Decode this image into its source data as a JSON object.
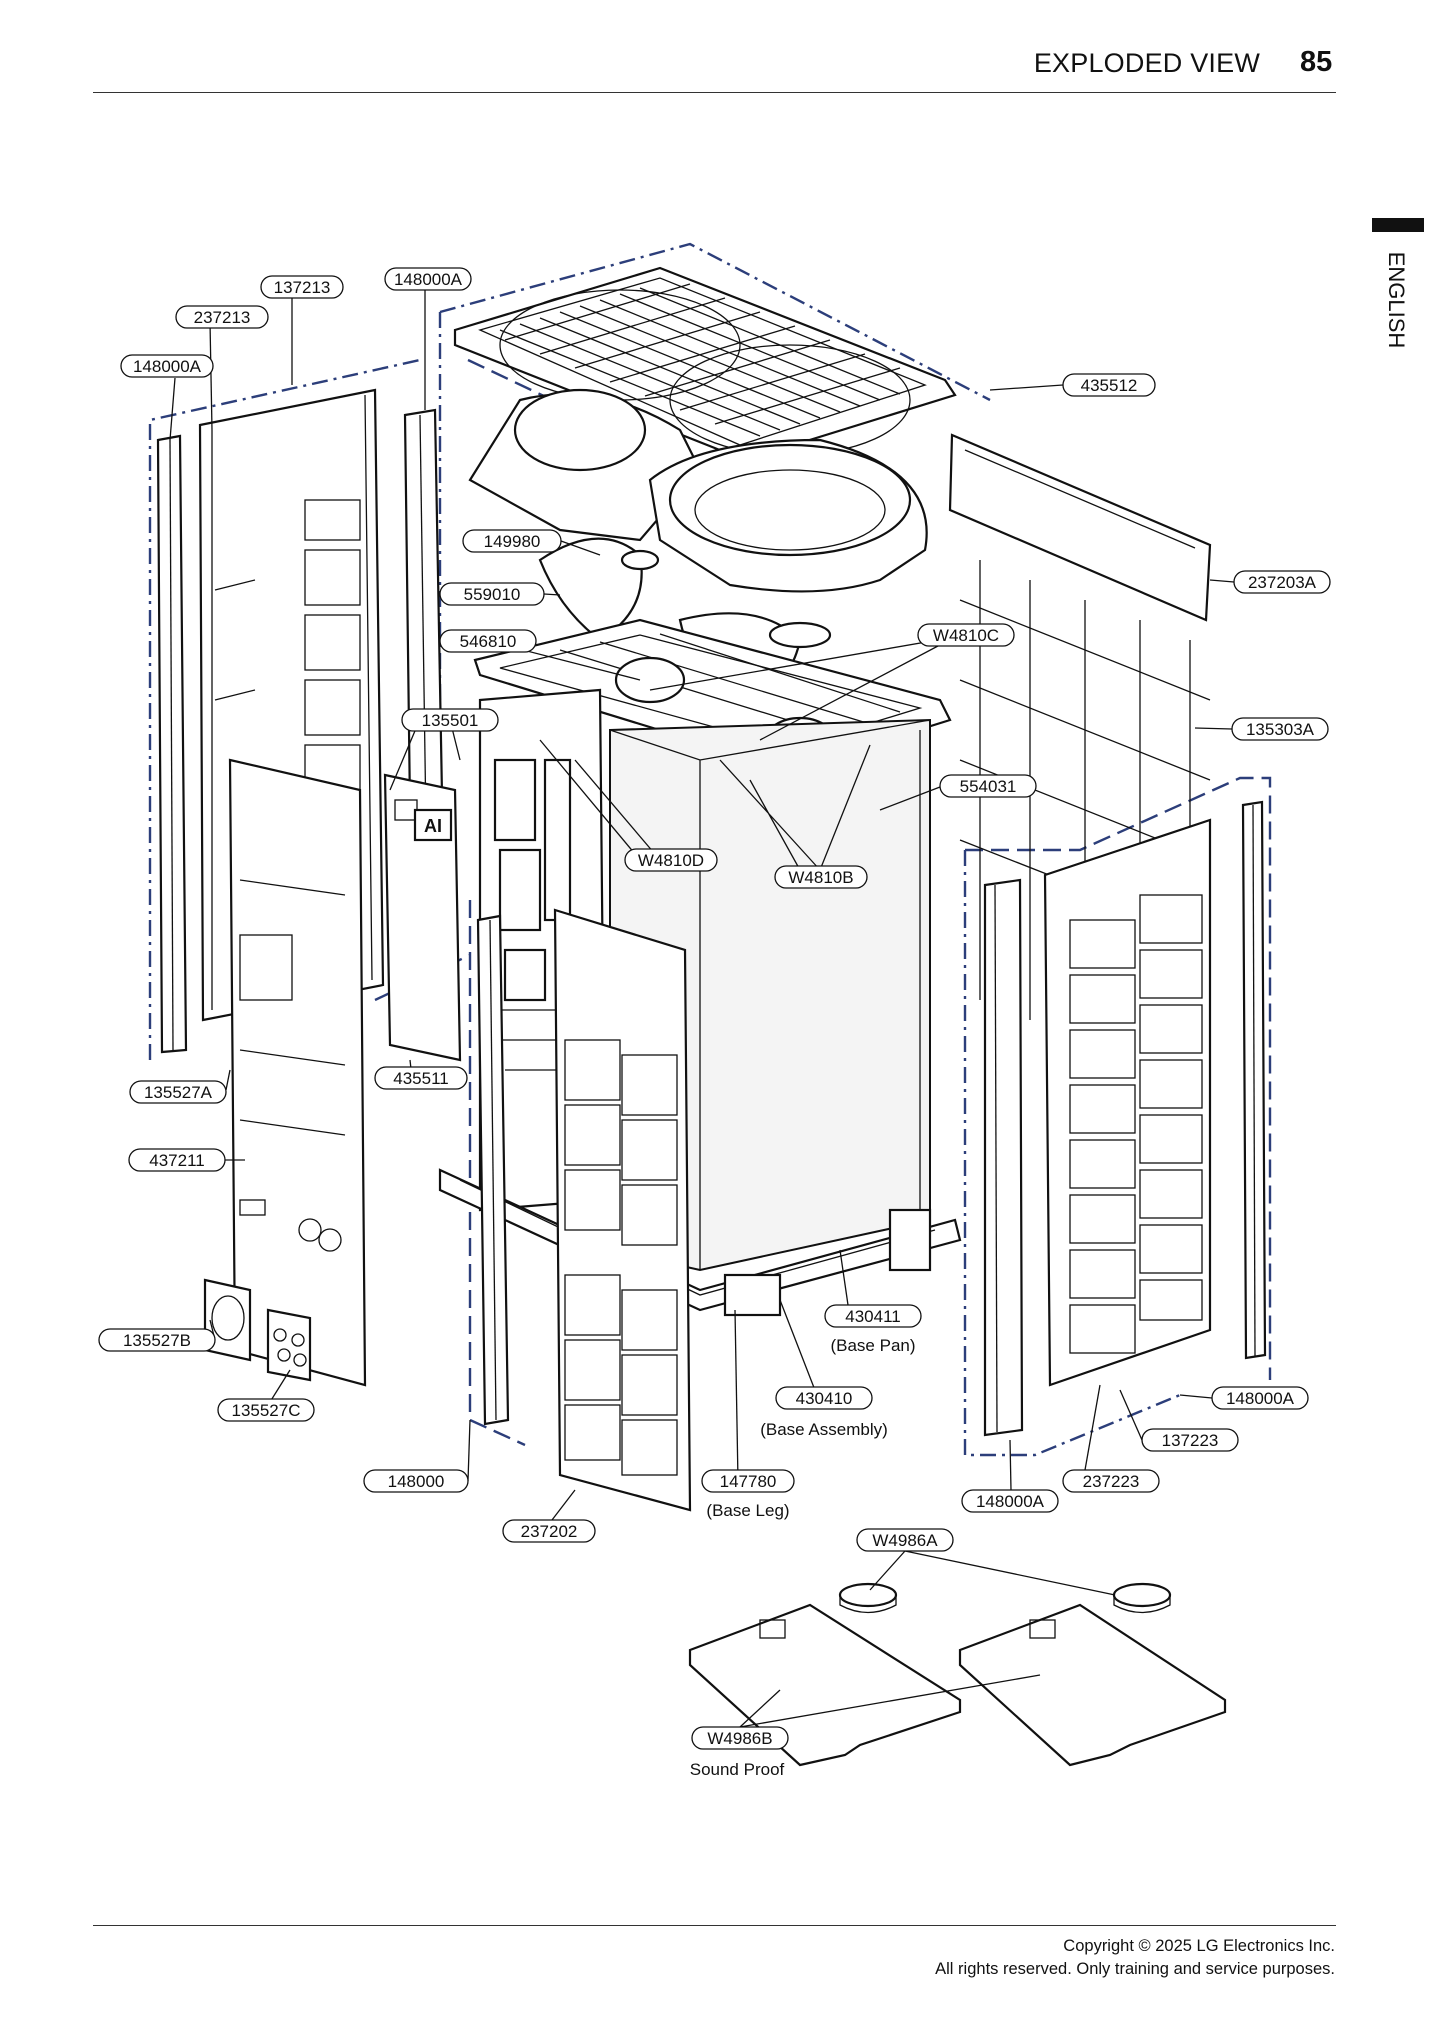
{
  "header": {
    "title": "EXPLODED VIEW",
    "page_number": "85"
  },
  "side_tab": {
    "label": "ENGLISH"
  },
  "callouts": [
    {
      "id": "c01",
      "label": "137213"
    },
    {
      "id": "c02",
      "label": "148000A"
    },
    {
      "id": "c03",
      "label": "237213"
    },
    {
      "id": "c04",
      "label": "148000A"
    },
    {
      "id": "c05",
      "label": "435512"
    },
    {
      "id": "c06",
      "label": "149980"
    },
    {
      "id": "c07",
      "label": "237203A"
    },
    {
      "id": "c08",
      "label": "559010"
    },
    {
      "id": "c09",
      "label": "546810"
    },
    {
      "id": "c10",
      "label": "W4810C"
    },
    {
      "id": "c11",
      "label": "135501"
    },
    {
      "id": "c12",
      "label": "135303A"
    },
    {
      "id": "c13",
      "label": "554031"
    },
    {
      "id": "c14",
      "label": "W4810D"
    },
    {
      "id": "c15",
      "label": "W4810B"
    },
    {
      "id": "c16",
      "label": "435511"
    },
    {
      "id": "c17",
      "label": "135527A"
    },
    {
      "id": "c18",
      "label": "437211"
    },
    {
      "id": "c19",
      "label": "430411"
    },
    {
      "id": "c20",
      "label": "135527B"
    },
    {
      "id": "c21",
      "label": "430410"
    },
    {
      "id": "c22",
      "label": "148000A"
    },
    {
      "id": "c23",
      "label": "135527C"
    },
    {
      "id": "c24",
      "label": "137223"
    },
    {
      "id": "c25",
      "label": "148000"
    },
    {
      "id": "c26",
      "label": "147780"
    },
    {
      "id": "c27",
      "label": "237223"
    },
    {
      "id": "c28",
      "label": "148000A"
    },
    {
      "id": "c29",
      "label": "237202"
    },
    {
      "id": "c30",
      "label": "W4986A"
    },
    {
      "id": "c31",
      "label": "W4986B"
    }
  ],
  "captions": {
    "base_pan": "(Base Pan)",
    "base_assembly": "(Base Assembly)",
    "base_leg": "(Base Leg)",
    "sound_proof": "Sound Proof",
    "ai_badge": "AI"
  },
  "footer": {
    "line1": "Copyright © 2025 LG Electronics Inc.",
    "line2": "All rights reserved. Only training and service purposes."
  }
}
